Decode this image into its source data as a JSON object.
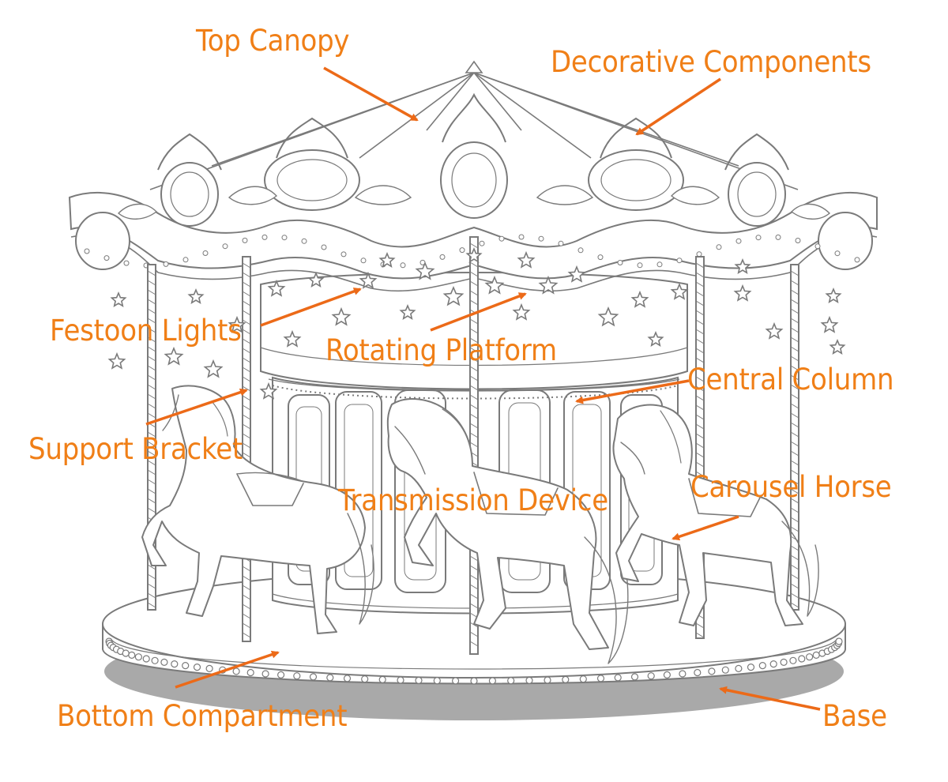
{
  "labels": {
    "top_canopy": "Top Canopy",
    "decorative_components": "Decorative Components",
    "festoon_lights": "Festoon Lights",
    "rotating_platform": "Rotating Platform",
    "central_column": "Central Column",
    "support_bracket": "Support Bracket",
    "transmission_device": "Transmission Device",
    "carousel_horse": "Carousel Horse",
    "bottom_compartment": "Bottom Compartment",
    "base": "Base"
  },
  "colors": {
    "label": "#f07f17",
    "arrow": "#ec6a18",
    "line_art": "#7a7a7a",
    "shadow": "#a9a9a9"
  },
  "illustration": "carousel-line-art"
}
